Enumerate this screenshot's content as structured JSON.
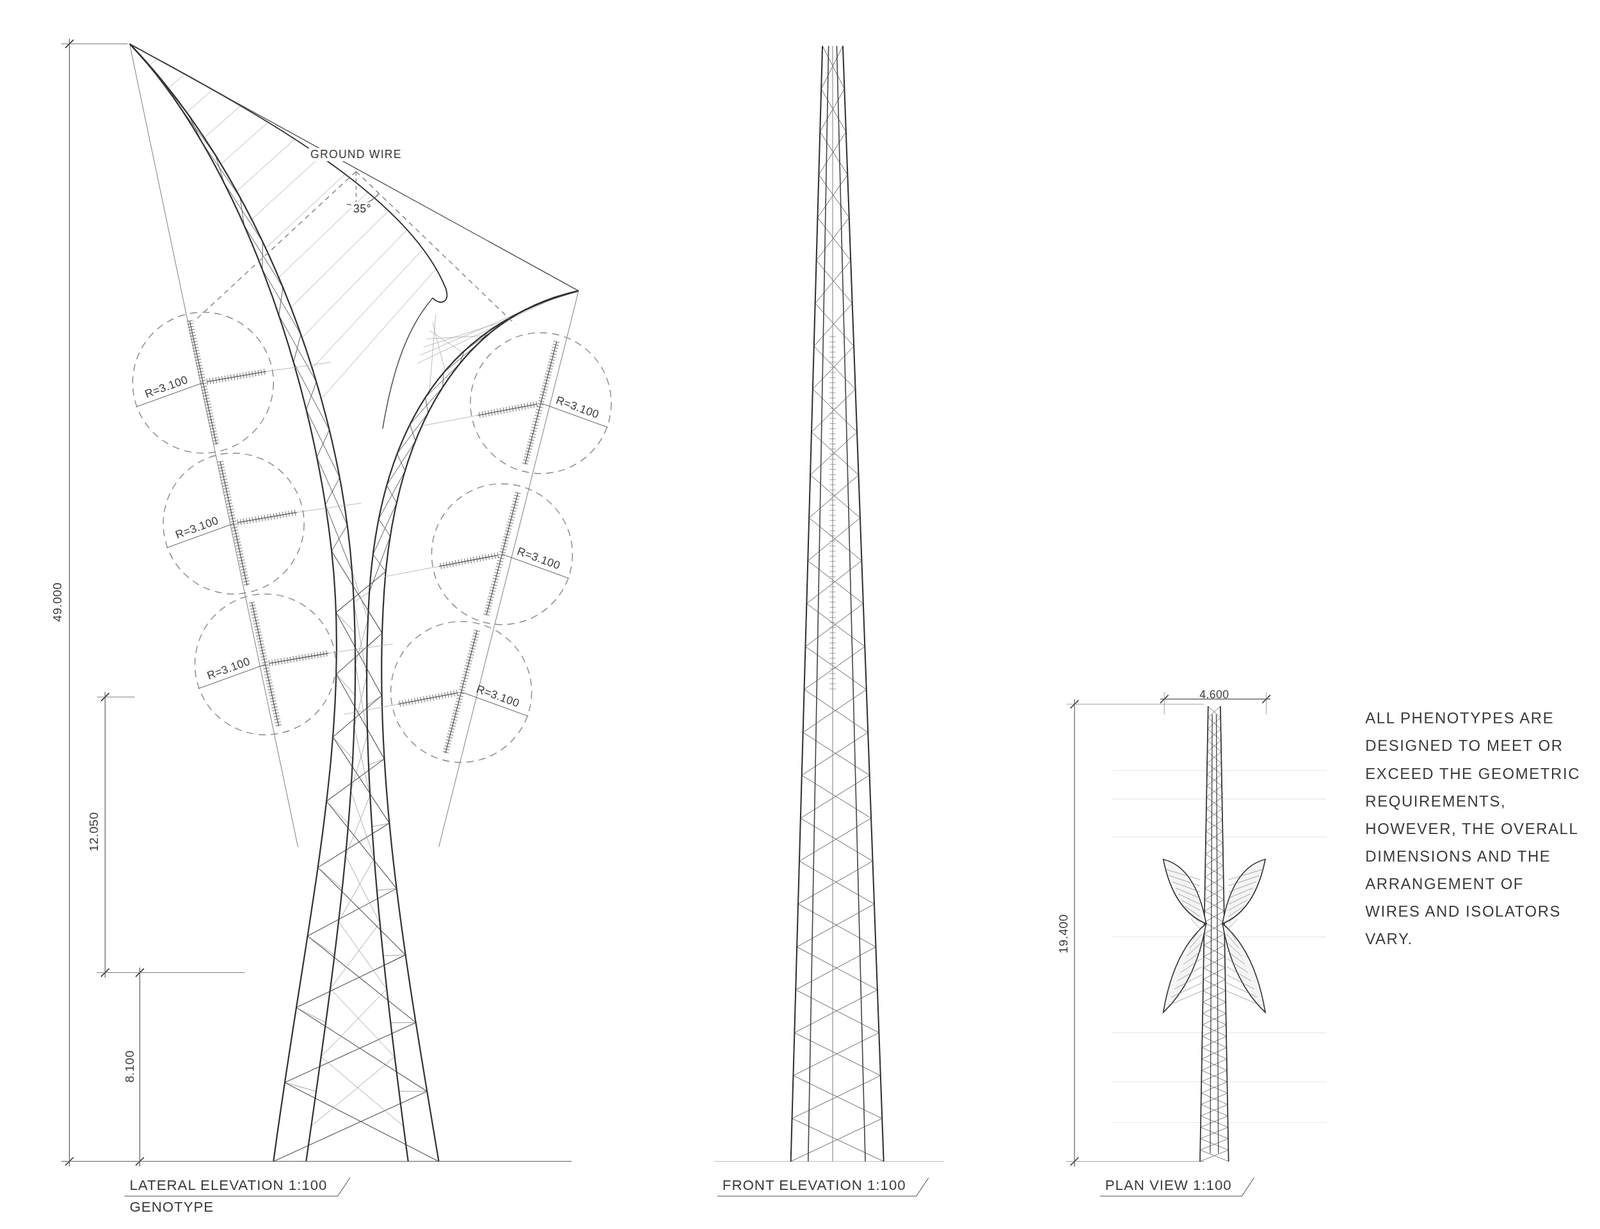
{
  "diagram": {
    "nodes": [
      {
        "text": [
          "R=3.100"
        ]
      },
      {
        "text": [
          "R=3.100"
        ]
      },
      {
        "text": [
          "R=3.100"
        ]
      },
      {
        "text": [
          "R=3.100"
        ]
      },
      {
        "text": [
          "R=3.100"
        ]
      },
      {
        "text": [
          "R=3.100"
        ]
      }
    ],
    "labels": [
      "GROUND WIRE",
      "35°",
      "49.000",
      "12.050",
      "8.100",
      "LATERAL ELEVATION 1:100",
      "GENOTYPE",
      "FRONT ELEVATION 1:100",
      "PLAN VIEW 1:100",
      "4.600",
      "19.400",
      "ALL PHENOTYPES ARE DESIGNED TO MEET OR EXCEED THE GEOMETRIC REQUIREMENTS, HOWEVER, THE OVERALL DIMENSIONS AND THE ARRANGEMENT OF WIRES AND ISOLATORS VARY."
    ]
  }
}
